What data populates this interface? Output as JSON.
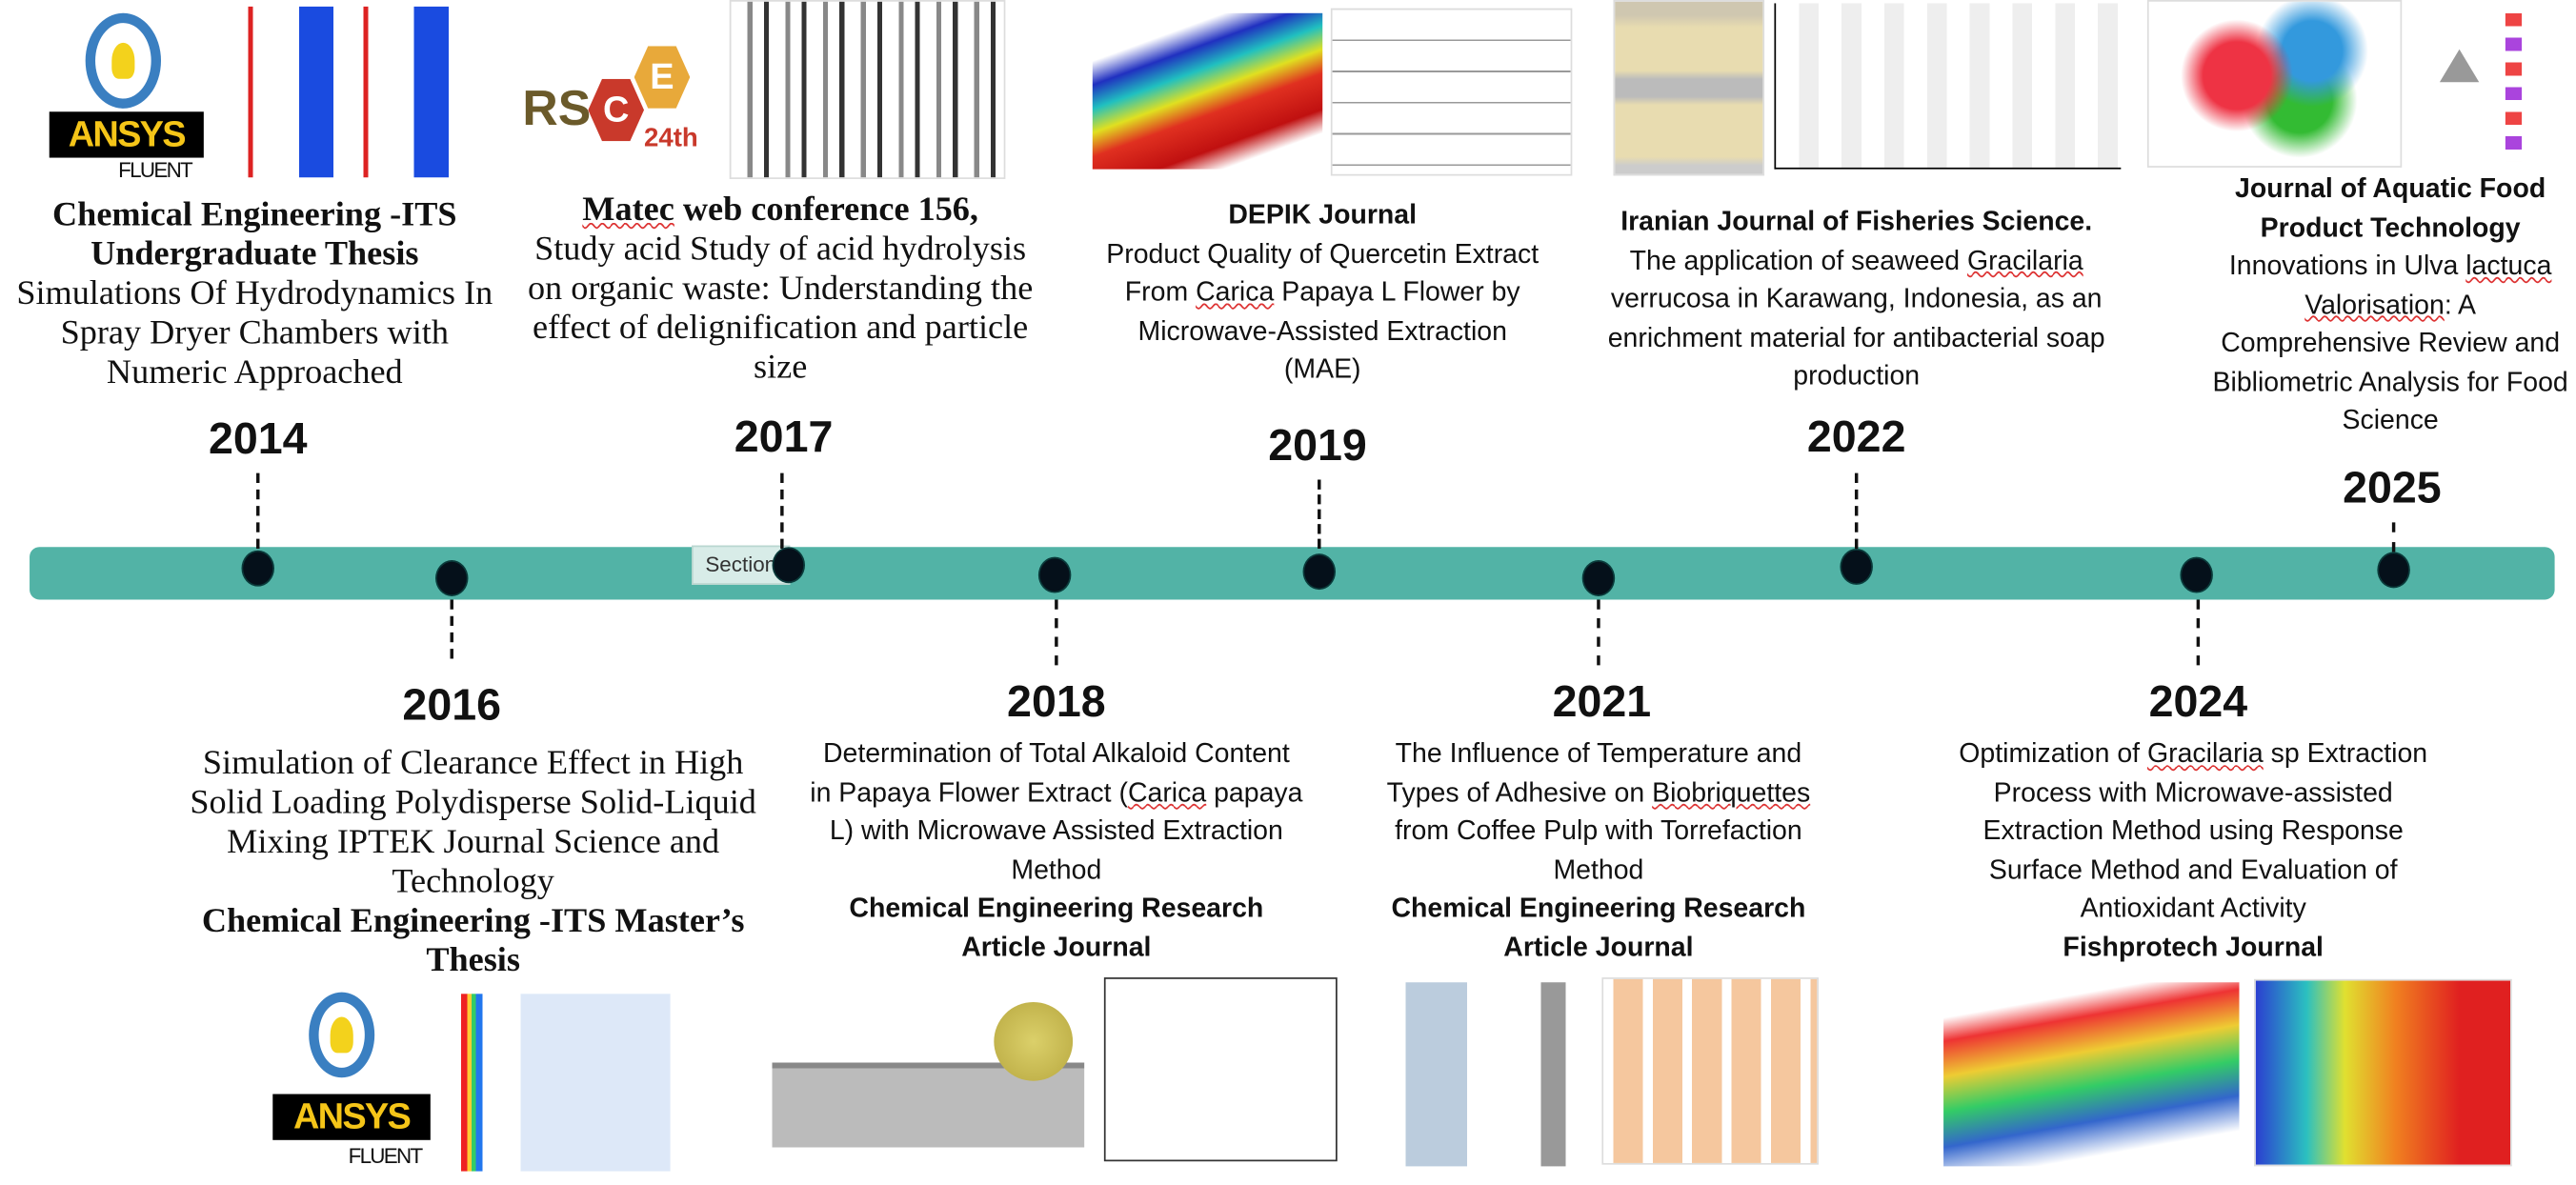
{
  "section_label": "Section",
  "colors": {
    "timeline": "#52b3a6",
    "dot": "#05101a"
  },
  "logos": {
    "ansys": "ANSYS",
    "fluent": "FLUENT",
    "rsce": "RS",
    "rsce_c": "C",
    "rsce_e": "E",
    "rsce_edition": "24th"
  },
  "entries": {
    "y2014": {
      "year": "2014",
      "title": "Chemical Engineering -ITS Undergraduate Thesis",
      "body": "Simulations Of Hydrodynamics In Spray Dryer Chambers with Numeric Approached"
    },
    "y2016": {
      "year": "2016",
      "body": "Simulation of Clearance Effect in High Solid Loading Polydisperse Solid-Liquid Mixing IPTEK Journal Science and Technology",
      "title": "Chemical Engineering -ITS Master’s Thesis"
    },
    "y2017": {
      "year": "2017",
      "title_a": "Matec",
      "title_b": " web conference 156,",
      "body": "Study acid Study of acid hydrolysis on organic waste: Understanding the effect of delignification and particle size"
    },
    "y2018": {
      "year": "2018",
      "body_a": "Determination of Total Alkaloid Content in Papaya Flower Extract (",
      "body_sq": "Carica",
      "body_b": " papaya L) with Microwave Assisted Extraction Method",
      "title": "Chemical Engineering Research Article Journal"
    },
    "y2019": {
      "year": "2019",
      "title": "DEPIK Journal",
      "body_a": "Product Quality of Quercetin Extract From ",
      "body_sq": "Carica",
      "body_b": " Papaya L Flower by Microwave-Assisted Extraction (MAE)"
    },
    "y2021": {
      "year": "2021",
      "body_a": "The Influence of Temperature and Types of Adhesive on ",
      "body_sq": "Biobriquettes",
      "body_b": " from Coffee Pulp with Torrefaction Method",
      "title": "Chemical Engineering Research Article Journal"
    },
    "y2022": {
      "year": "2022",
      "title": "Iranian Journal of Fisheries Science.",
      "body_a": "The application of seaweed ",
      "body_sq": "Gracilaria",
      "body_b": " verrucosa in Karawang, Indonesia, as an enrichment material for antibacterial soap production"
    },
    "y2024": {
      "year": "2024",
      "body_a": "Optimization of ",
      "body_sq": "Gracilaria",
      "body_b": " sp Extraction Process with Microwave-assisted Extraction Method using Response Surface Method and Evaluation of Antioxidant Activity",
      "title": "Fishprotech Journal"
    },
    "y2025": {
      "year": "2025",
      "title": "Journal of Aquatic Food Product Technology",
      "body_a": "Innovations in Ulva ",
      "body_sq": "lactuca Valorisation",
      "body_b": ": A Comprehensive Review and Bibliometric Analysis for Food Science"
    }
  }
}
